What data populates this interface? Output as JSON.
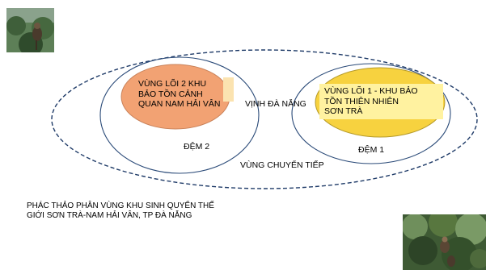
{
  "diagram": {
    "outer_zone_label": "VÙNG CHUYỂN TIẾP",
    "bay_label": "VỊNH ĐÀ NẴNG",
    "core2_label": "VÙNG LÕI 2 KHU\nBẢO TỒN CẢNH\nQUAN NAM HẢI VÂN",
    "core1_label": "VÙNG LÕI 1 - KHU BẢO\nTỒN THIÊN NHIÊN\nSƠN TRÀ",
    "buffer2_label": "ĐỆM 2",
    "buffer1_label": "ĐỆM 1",
    "caption": "PHÁC THẢO PHÂN VÙNG KHU SINH QUYỂN THẾ\nGIỚI SƠN TRÀ-NAM HẢI VÂN, TP ĐÀ NẴNG"
  },
  "colors": {
    "dashed_outline": "#1f3b68",
    "buffer_outline": "#2a4a78",
    "core2_fill": "#f2a273",
    "core2_stroke": "#c9825a",
    "core1_fill": "#f7d23f",
    "core1_stroke": "#b59a2a",
    "label_box_bg": "#fbe3b0",
    "label_box_yellow": "#fff2a0"
  },
  "photos": {
    "top_left": "langur-photo",
    "bottom_right": "forest-langur-photo"
  }
}
